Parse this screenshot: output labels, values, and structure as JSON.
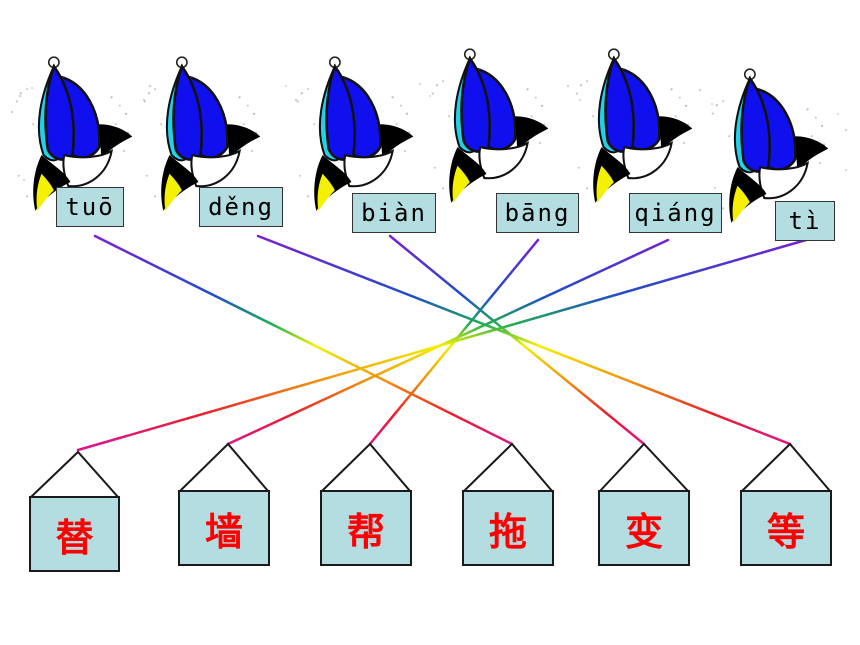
{
  "pinyin_cards": [
    {
      "text": "tuō"
    },
    {
      "text": "děng"
    },
    {
      "text": "biàn"
    },
    {
      "text": "bāng"
    },
    {
      "text": "qiáng"
    },
    {
      "text": "tì"
    }
  ],
  "house_characters": [
    {
      "text": "替"
    },
    {
      "text": "墙"
    },
    {
      "text": "帮"
    },
    {
      "text": "拖"
    },
    {
      "text": "变"
    },
    {
      "text": "等"
    }
  ],
  "matches": [
    {
      "pinyin": "tuō",
      "character": "拖"
    },
    {
      "pinyin": "děng",
      "character": "等"
    },
    {
      "pinyin": "biàn",
      "character": "变"
    },
    {
      "pinyin": "bāng",
      "character": "帮"
    },
    {
      "pinyin": "qiáng",
      "character": "墙"
    },
    {
      "pinyin": "tì",
      "character": "替"
    }
  ],
  "colors": {
    "card_fill": "#b3dde0",
    "character_color": "#ff0000",
    "bird_blue": "#1010ee",
    "bird_cyan": "#22d0e8",
    "bird_yellow": "#f5f000",
    "line_top": "#7a1fd0",
    "line_mid_blue": "#1f4fc8",
    "line_mid_green": "#22b050",
    "line_mid_yellow": "#f2f200",
    "line_bottom": "#e0148c"
  }
}
